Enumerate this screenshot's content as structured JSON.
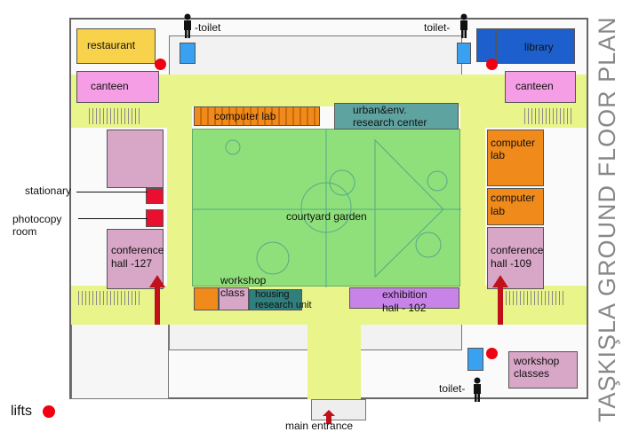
{
  "title": "TAŞKIŞLA GROUND FLOOR PLAN",
  "legend": {
    "lifts_label": "lifts"
  },
  "colors": {
    "corridor": "#e9f58a",
    "garden": "#8fe07a",
    "restaurant": "#f7d24a",
    "canteen": "#f59ee6",
    "library": "#1d5fcc",
    "computer_lab": "#f08a1a",
    "research": "#5ea3a0",
    "conference": "#d8a6c6",
    "exhibition": "#c883e8",
    "toilet": "#3aa0f0",
    "lift": "#f00010"
  },
  "rooms": {
    "restaurant": "restaurant",
    "canteen_left": "canteen",
    "canteen_right": "canteen",
    "library": "library",
    "computer_lab_top": "computer lab",
    "urban_research_l1": "urban&env.",
    "urban_research_l2": "research center",
    "courtyard": "courtyard garden",
    "computer_lab_r1_l1": "computer",
    "computer_lab_r1_l2": "lab",
    "computer_lab_r2_l1": "computer",
    "computer_lab_r2_l2": "lab",
    "stationary": "stationary",
    "photocopy_l1": "photocopy",
    "photocopy_l2": "room",
    "conf_left_l1": "conference",
    "conf_left_l2": "hall -127",
    "conf_right_l1": "conference",
    "conf_right_l2": "hall -109",
    "workshop_class_l1": "workshop",
    "workshop_class_l2": "class",
    "housing_l1": "housing",
    "housing_l2": "research unit",
    "exhibition_l1": "exhibition",
    "exhibition_l2": "hall - 102",
    "workshop_classes_l1": "workshop",
    "workshop_classes_l2": "classes",
    "main_entrance": "main entrance"
  },
  "toilets": {
    "top_left": "-toilet",
    "top_right": "toilet-",
    "bottom_right": "toilet-"
  }
}
